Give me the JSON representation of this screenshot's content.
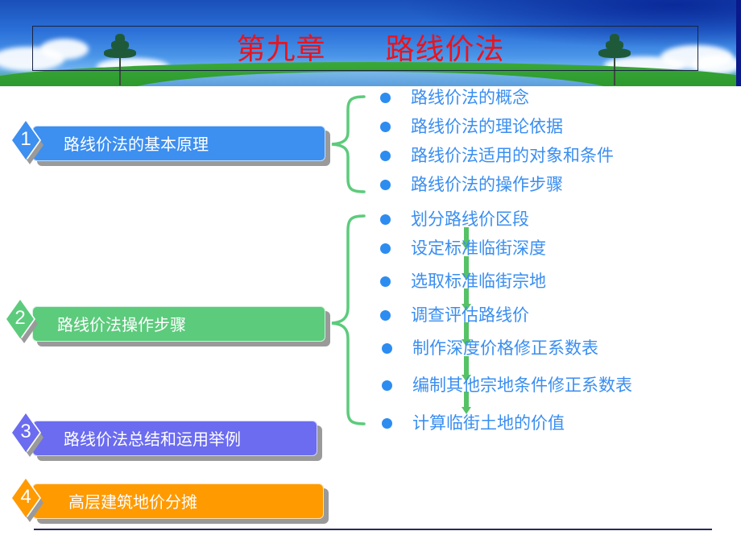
{
  "header": {
    "title": "第九章　　路线价法"
  },
  "sections": [
    {
      "number": "1",
      "label": "路线价法的基本原理",
      "color": "#3d8ff0"
    },
    {
      "number": "2",
      "label": "路线价法操作步骤",
      "color": "#5ccb7c"
    },
    {
      "number": "3",
      "label": "路线价法总结和运用举例",
      "color": "#6b6cf0"
    },
    {
      "number": "4",
      "label": "高层建筑地价分摊",
      "color": "#ff9a00"
    }
  ],
  "principle_items": [
    "路线价法的概念",
    "路线价法的理论依据",
    "路线价法适用的对象和条件",
    "路线价法的操作步骤"
  ],
  "step_items": [
    "划分路线价区段",
    "设定标准临街深度",
    "选取标准临街宗地",
    "调查评估路线价",
    "制作深度价格修正系数表",
    "编制其他宗地条件修正系数表",
    "计算临街土地的价值"
  ],
  "colors": {
    "title": "#e8141e",
    "list_text": "#3a8ef0",
    "bullet": "#2d8cf0",
    "brace": "#5ccb7c",
    "arrow": "#55c266"
  }
}
